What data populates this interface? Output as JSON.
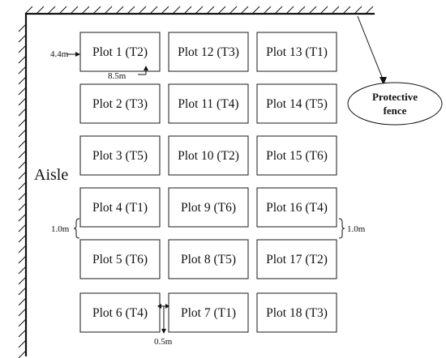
{
  "plots": [
    {
      "label": "Plot 1 (T2)"
    },
    {
      "label": "Plot 12 (T3)"
    },
    {
      "label": "Plot 13 (T1)"
    },
    {
      "label": "Plot 2 (T3)"
    },
    {
      "label": "Plot 11 (T4)"
    },
    {
      "label": "Plot 14 (T5)"
    },
    {
      "label": "Plot 3 (T5)"
    },
    {
      "label": "Plot 10 (T2)"
    },
    {
      "label": "Plot 15 (T6)"
    },
    {
      "label": "Plot 4 (T1)"
    },
    {
      "label": "Plot 9 (T6)"
    },
    {
      "label": "Plot 16 (T4)"
    },
    {
      "label": "Plot 5 (T6)"
    },
    {
      "label": "Plot 8 (T5)"
    },
    {
      "label": "Plot 17 (T2)"
    },
    {
      "label": "Plot 6 (T4)"
    },
    {
      "label": "Plot 7 (T1)"
    },
    {
      "label": "Plot 18 (T3)"
    }
  ],
  "dimensions": {
    "plot_height": "4.4m",
    "plot_width": "8.5m",
    "row_gap_left": "1.0m",
    "row_gap_right": "1.0m",
    "column_gap": "0.5m"
  },
  "aisle_label": "Aisle",
  "fence_label_line1": "Protective",
  "fence_label_line2": "fence"
}
